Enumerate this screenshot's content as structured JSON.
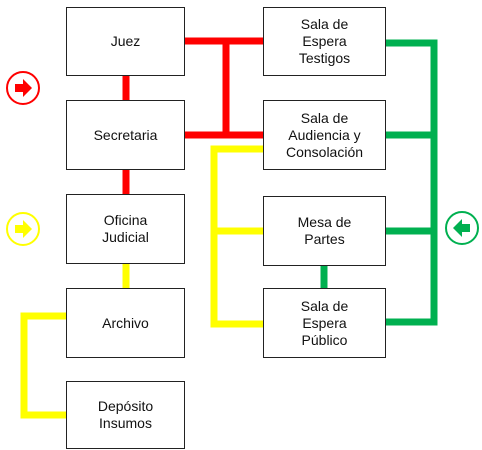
{
  "boxes": {
    "juez": "Juez",
    "secretaria": "Secretaria",
    "oficina": "Oficina\nJudicial",
    "archivo": "Archivo",
    "deposito": "Depósito\nInsumos",
    "sala_testigos": "Sala de\nEspera\nTestigos",
    "sala_audiencia": "Sala de\nAudiencia y\nConsolación",
    "mesa_partes": "Mesa de\nPartes",
    "sala_publico": "Sala de\nEspera\nPúblico"
  },
  "colors": {
    "red": "#ff0000",
    "yellow": "#ffff00",
    "green": "#00b050"
  },
  "icons": {
    "left_red": "right-arrow-icon",
    "left_yellow": "right-arrow-icon",
    "right_green": "left-arrow-icon"
  }
}
